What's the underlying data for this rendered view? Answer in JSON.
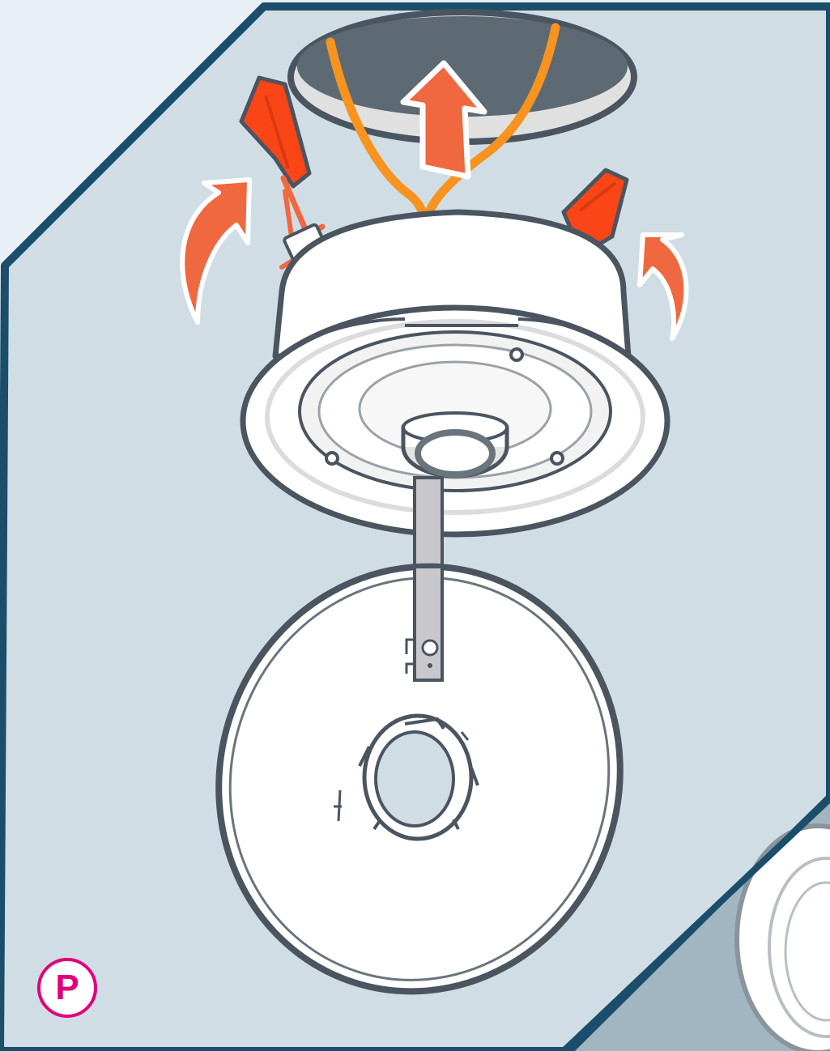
{
  "step_badge": {
    "label": "P"
  },
  "colors": {
    "background": "#e8eff7",
    "panel": "#d1dde5",
    "panel_border": "#1b4e6b",
    "outline": "#4a5560",
    "accent_orange": "#f0683f",
    "wire_orange": "#f7931e",
    "badge_magenta": "#e0007a",
    "strap_grey": "#c8c8cc"
  },
  "icons": {
    "lift_arrow": "arrow-up-icon",
    "clip_arrows": "curved-arrow-icon",
    "clips": "spring-clip-icon",
    "wires": "wire-icon",
    "fixture": "recessed-light-housing",
    "trim": "trim-plate",
    "strap": "safety-strap"
  }
}
